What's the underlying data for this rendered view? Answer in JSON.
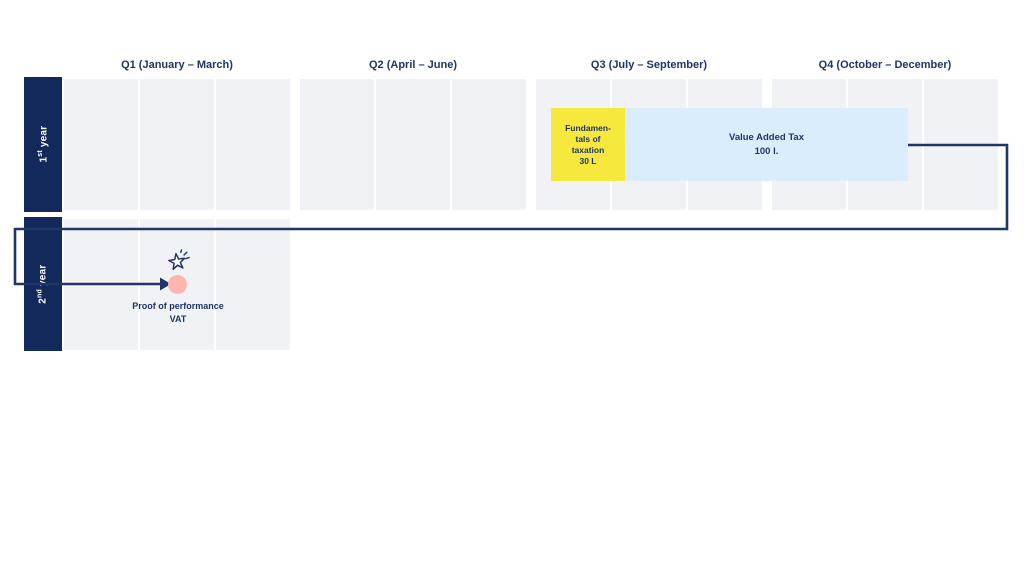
{
  "colors": {
    "navy": "#1e3566",
    "sidebar_navy": "#14295b",
    "column_gray": "#f0f2f6",
    "yellow": "#f7e83e",
    "light_blue": "#d9edfc",
    "pink": "#fdb5ad",
    "background": "#ffffff"
  },
  "timeline": {
    "quarters": [
      {
        "label": "Q1 (January – March)"
      },
      {
        "label": "Q2 (April – June)"
      },
      {
        "label": "Q3 (July – September)"
      },
      {
        "label": "Q4 (October – December)"
      }
    ],
    "rows": [
      {
        "label_num": "1",
        "label_sup": "st",
        "label_rest": " year"
      },
      {
        "label_num": "2",
        "label_sup": "nd",
        "label_rest": " year"
      }
    ],
    "months_per_quarter": 3
  },
  "blocks": {
    "fundamentals": {
      "lines": [
        "Fundamen-",
        "tals of",
        "taxation",
        "30 L"
      ],
      "color": "#f7e83e"
    },
    "vat": {
      "line1": "Value Added Tax",
      "line2": "100 l.",
      "color": "#d9edfc"
    }
  },
  "milestone": {
    "icon": "star-burst-icon",
    "marker": "pink-dot",
    "marker_color": "#fdb5ad",
    "label_line1": "Proof of performance",
    "label_line2": "VAT"
  }
}
